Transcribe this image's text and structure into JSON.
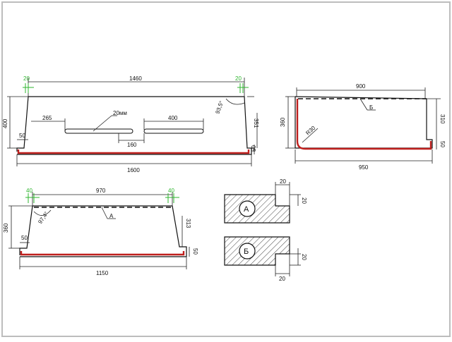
{
  "drawing1": {
    "top_total": "1460",
    "left_green": "20",
    "right_green": "20",
    "left_height": "400",
    "slot_offset": "265",
    "slot_width_label": "20мм",
    "slot_length": "400",
    "slot_gap": "160",
    "lip_height": "50",
    "angle": "93,5°",
    "right_height": "351",
    "right_lip": "50",
    "bottom_total": "1600"
  },
  "drawing2": {
    "top_total": "900",
    "left_height": "360",
    "radius": "R30",
    "marker": "Б",
    "right_height": "310",
    "right_lip": "50",
    "bottom_total": "950"
  },
  "drawing3": {
    "top_total": "970",
    "left_green": "40",
    "right_green": "40",
    "left_height": "360",
    "angle": "97,4°",
    "marker": "А",
    "lip_height": "50",
    "right_height": "313",
    "right_lip": "50",
    "bottom_total": "1150"
  },
  "detailA": {
    "label": "А",
    "dim_top": "20",
    "dim_side": "20"
  },
  "detailB": {
    "label": "Б",
    "dim_side": "20",
    "dim_bottom": "20"
  }
}
